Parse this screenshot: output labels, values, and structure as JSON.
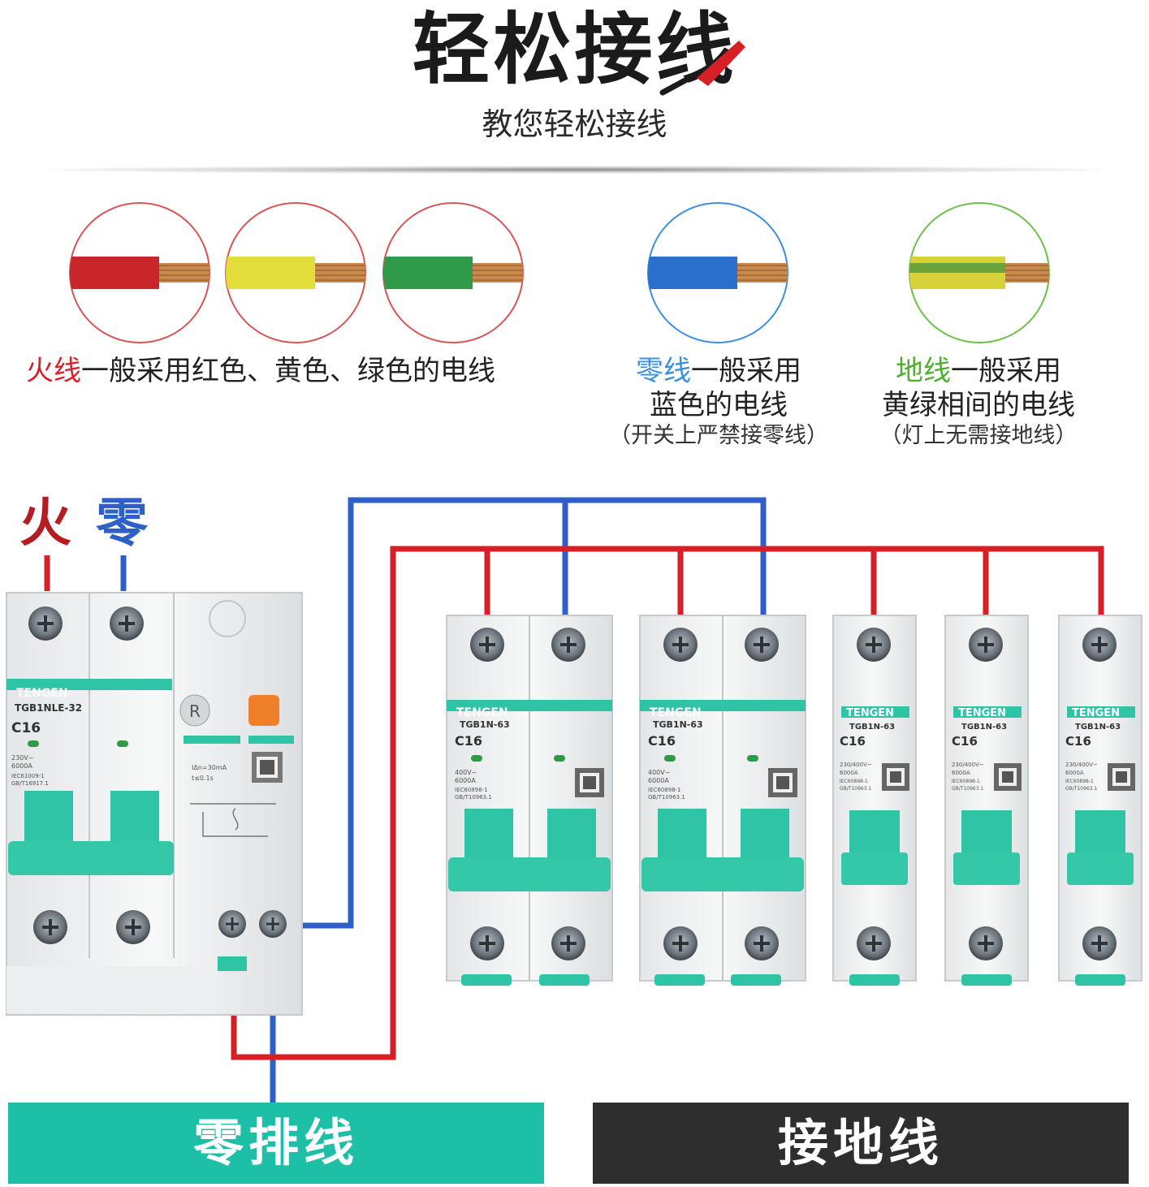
{
  "header": {
    "title": "轻松接线",
    "subtitle": "教您轻松接线"
  },
  "wire_types": {
    "live": {
      "name": "火线",
      "desc": "一般采用红色、黄色、绿色的电线",
      "name_color": "#d71f26"
    },
    "neutral": {
      "name": "零线",
      "desc_line1": "一般采用",
      "desc_line2": "蓝色的电线",
      "note": "（开关上严禁接零线）",
      "name_color": "#3b8fe0"
    },
    "ground": {
      "name": "地线",
      "desc_line1": "一般采用",
      "desc_line2": "黄绿相间的电线",
      "note": "（灯上无需接地线）",
      "name_color": "#4fae2c"
    }
  },
  "wiring": {
    "live_label": "火",
    "neutral_label": "零",
    "live_color": "#d71f26",
    "neutral_color": "#2f5fc8"
  },
  "main_breaker": {
    "brand": "TENGEN",
    "model": "TGB1NLE-32",
    "rating": "C16",
    "voltage": "230V~",
    "capacity": "6000A",
    "standard1": "IEC61009-1",
    "standard2": "GB/T16917.1",
    "test_button": "R",
    "leak": "IΔn=30mA",
    "time": "t≤0.1s"
  },
  "branch_breakers": [
    {
      "brand": "TENGEN",
      "model": "TGB1N-63",
      "rating": "C16",
      "voltage": "400V~",
      "capacity": "6000A",
      "standard1": "IEC60898-1",
      "standard2": "GB/T10963.1"
    },
    {
      "brand": "TENGEN",
      "model": "TGB1N-63",
      "rating": "C16",
      "voltage": "400V~",
      "capacity": "6000A",
      "standard1": "IEC60898-1",
      "standard2": "GB/T10963.1"
    },
    {
      "brand": "TENGEN",
      "model": "TGB1N-63",
      "rating": "C16",
      "voltage": "230/400V~",
      "capacity": "6000A",
      "standard1": "IEC60898-1",
      "standard2": "GB/T10963.1"
    },
    {
      "brand": "TENGEN",
      "model": "TGB1N-63",
      "rating": "C16",
      "voltage": "230/400V~",
      "capacity": "6000A",
      "standard1": "IEC60898-1",
      "standard2": "GB/T10963.1"
    },
    {
      "brand": "TENGEN",
      "model": "TGB1N-63",
      "rating": "C16",
      "voltage": "230/400V~",
      "capacity": "6000A",
      "standard1": "IEC60898-1",
      "standard2": "GB/T10963.1"
    }
  ],
  "bottom_bars": {
    "neutral_bar": {
      "label": "零排线",
      "color": "#1dbfa6"
    },
    "ground_bar": {
      "label": "接地线",
      "color": "#2e2e2e"
    }
  },
  "colors": {
    "red": "#c8262b",
    "yellow": "#e2dd3a",
    "green": "#2f9a47",
    "blue": "#2a6fc9",
    "teal": "#2fc4a6",
    "copper": "#c88a4e"
  }
}
